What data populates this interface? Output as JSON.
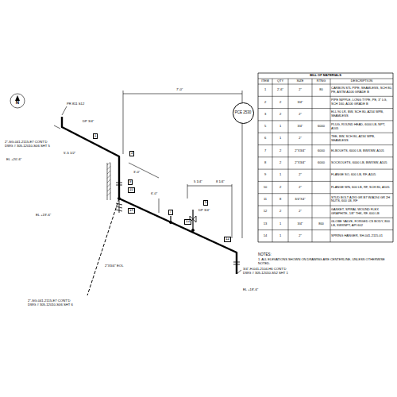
{
  "diagram": {
    "nodes": [
      {
        "text": [
          "N"
        ]
      },
      {
        "text": [
          "PCE 2530"
        ]
      },
      {
        "text": [
          "1"
        ]
      },
      {
        "text": [
          "3"
        ]
      },
      {
        "text": [
          "9"
        ]
      },
      {
        "text": [
          "10"
        ]
      },
      {
        "text": [
          "14"
        ]
      },
      {
        "text": [
          "7"
        ]
      },
      {
        "text": [
          "13"
        ]
      },
      {
        "text": [
          "5"
        ]
      },
      {
        "text": [
          "12"
        ]
      }
    ],
    "labels": [
      "BILL OF MATERIALS",
      "ITEM",
      "QTY",
      "SIZE",
      "RTNG",
      "DESCRIPTION",
      "1",
      "2'-6\"",
      "2\"",
      "80",
      "CARBON STL PIPE, SEAMLESS, SCH 80, PE, ASTM A106 GRADE B",
      "2",
      "2",
      "3/4\"",
      "PIPE NIPPLE, LONG TYPE, PE, 3\" LG, SCH 160, A106 GRADE B",
      "3",
      "2",
      "2\"",
      "ELL 90 LR, BW, SCH 80, A234 WPB, SEAMLESS",
      "5",
      "1",
      "3/4\"",
      "6000",
      "PLUG, ROUND HEAD, 6000 LB, NPT, A105",
      "6",
      "1",
      "2\"",
      "TEE, BW, SCH 80, A234 WPB, SEAMLESS",
      "7",
      "2",
      "2\"X3/4\"",
      "6000",
      "ELBOLETS, 6000 LB, BWXSW, A105",
      "8",
      "2",
      "2\"X3/4\"",
      "6000",
      "SOCKOLETS, 6000 LB, BWXSW, A105",
      "9",
      "1",
      "2\"",
      "FLANGE SO, 600 LB, RF, A105",
      "10",
      "2",
      "2\"",
      "FLANGE WN, 600 LB, RF, SCH 80, A105",
      "11",
      "8",
      "3/4\"X4\"",
      "STUD BOLT A193 GR B7 W/A194 GR 2H NUTS, 600 LB, RF",
      "12",
      "2",
      "2\"",
      "GASKET, SPIRAL WOUND FLEX GRAPHITE, 1/8\" THK, RF, 600 LB",
      "13",
      "1",
      "3/4\"",
      "800",
      "GLOBE VALVE, FORGED CS BODY, 800 LB, SWXNPT, API 602",
      "14",
      "1",
      "2\"",
      "SPRING HANGER, SH-041-2115-01",
      "NOTES:",
      "1. ALL ELEVATIONS SHOWN ON DRAWING ARE CENTERLINE, UNLESS OTHERWISE NOTED.",
      "PR 811 S12",
      "2\"-SG-041-2115-E7 CONT'D DWG # 305-12010-S06 SHT 5",
      "EL +20'-6\"",
      "DP 3/4\"",
      "5'-5 1/2\"",
      "7'-0\"",
      "3'-0\"",
      "6'-0\"",
      "5 1/4\"",
      "8 1/4\"",
      "DP 3/4\"",
      "EL +19'-6\"",
      "2\"X3/4\" EOL",
      "2\"-SG-041-2115-E7 CONT'D DWG # 305-12010-S06 SHT 6",
      "3/4\"-H-041-2104-H6 CONT'D DWG # 305-12010-S52 SHT 1",
      "EL +18'-6\""
    ]
  }
}
